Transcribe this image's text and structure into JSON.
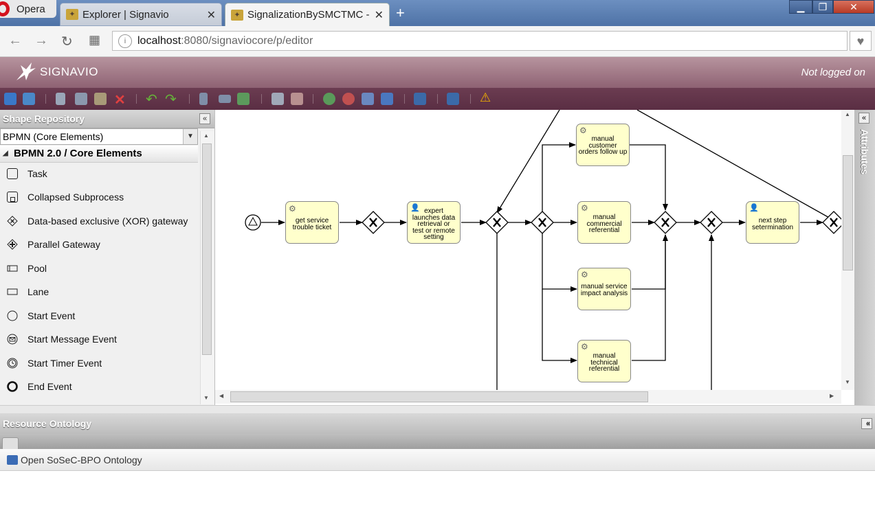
{
  "browser": {
    "app_name": "Opera",
    "tabs": [
      {
        "label": "Explorer | Signavio"
      },
      {
        "label": "SignalizationBySMCTMC - "
      }
    ],
    "new_tab_label": "+",
    "url_host": "localhost",
    "url_rest": ":8080/signaviocore/p/editor"
  },
  "app": {
    "brand": "SIGNAVIO",
    "login_status": "Not logged on"
  },
  "toolbar": {
    "icons": [
      "save-icon",
      "save-as-icon",
      "cut-icon",
      "copy-icon",
      "paste-icon",
      "delete-icon",
      "undo-icon",
      "redo-icon",
      "align-vertical-icon",
      "align-horizontal-icon",
      "same-size-icon",
      "add-shape-icon",
      "remove-shape-icon",
      "zoom-in-icon",
      "zoom-out-icon",
      "zoom-standard-icon",
      "zoom-fit-icon",
      "layout-icon",
      "layout-alt-icon",
      "validate-icon"
    ]
  },
  "shape_repository": {
    "title": "Shape Repository",
    "collapse_label": "«",
    "stencil_set": "BPMN (Core Elements)",
    "group_title": "BPMN 2.0 / Core Elements",
    "items": [
      {
        "label": "Task",
        "icon": "task-icon"
      },
      {
        "label": "Collapsed Subprocess",
        "icon": "collapsed-subprocess-icon"
      },
      {
        "label": "Data-based exclusive (XOR) gateway",
        "icon": "xor-gateway-icon"
      },
      {
        "label": "Parallel Gateway",
        "icon": "parallel-gateway-icon"
      },
      {
        "label": "Pool",
        "icon": "pool-icon"
      },
      {
        "label": "Lane",
        "icon": "lane-icon"
      },
      {
        "label": "Start Event",
        "icon": "start-event-icon"
      },
      {
        "label": "Start Message Event",
        "icon": "start-message-event-icon"
      },
      {
        "label": "Start Timer Event",
        "icon": "start-timer-event-icon"
      },
      {
        "label": "End Event",
        "icon": "end-event-icon"
      }
    ]
  },
  "attributes": {
    "title": "Attributes",
    "collapse_label": "«"
  },
  "diagram": {
    "tasks": [
      {
        "id": "t1",
        "lines": [
          "get service",
          "trouble ticket"
        ],
        "kind": "service"
      },
      {
        "id": "t2",
        "lines": [
          "expert",
          "launches data",
          "retrieval or",
          "test or remote",
          "setting"
        ],
        "kind": "user"
      },
      {
        "id": "t3",
        "lines": [
          "manual",
          "customer",
          "orders follow up"
        ],
        "kind": "service"
      },
      {
        "id": "t4",
        "lines": [
          "manual",
          "commercial",
          "referential"
        ],
        "kind": "service"
      },
      {
        "id": "t5",
        "lines": [
          "manual service",
          "impact analysis"
        ],
        "kind": "service"
      },
      {
        "id": "t6",
        "lines": [
          "manual",
          "technical",
          "referential"
        ],
        "kind": "service"
      },
      {
        "id": "t7",
        "lines": [
          "next step",
          "setermination"
        ],
        "kind": "user"
      }
    ],
    "gateway_marker": "X"
  },
  "resource_ontology": {
    "title": "Resource Ontology",
    "collapse_label": "«",
    "open_label": "Open  SoSeC-BPO  Ontology"
  }
}
